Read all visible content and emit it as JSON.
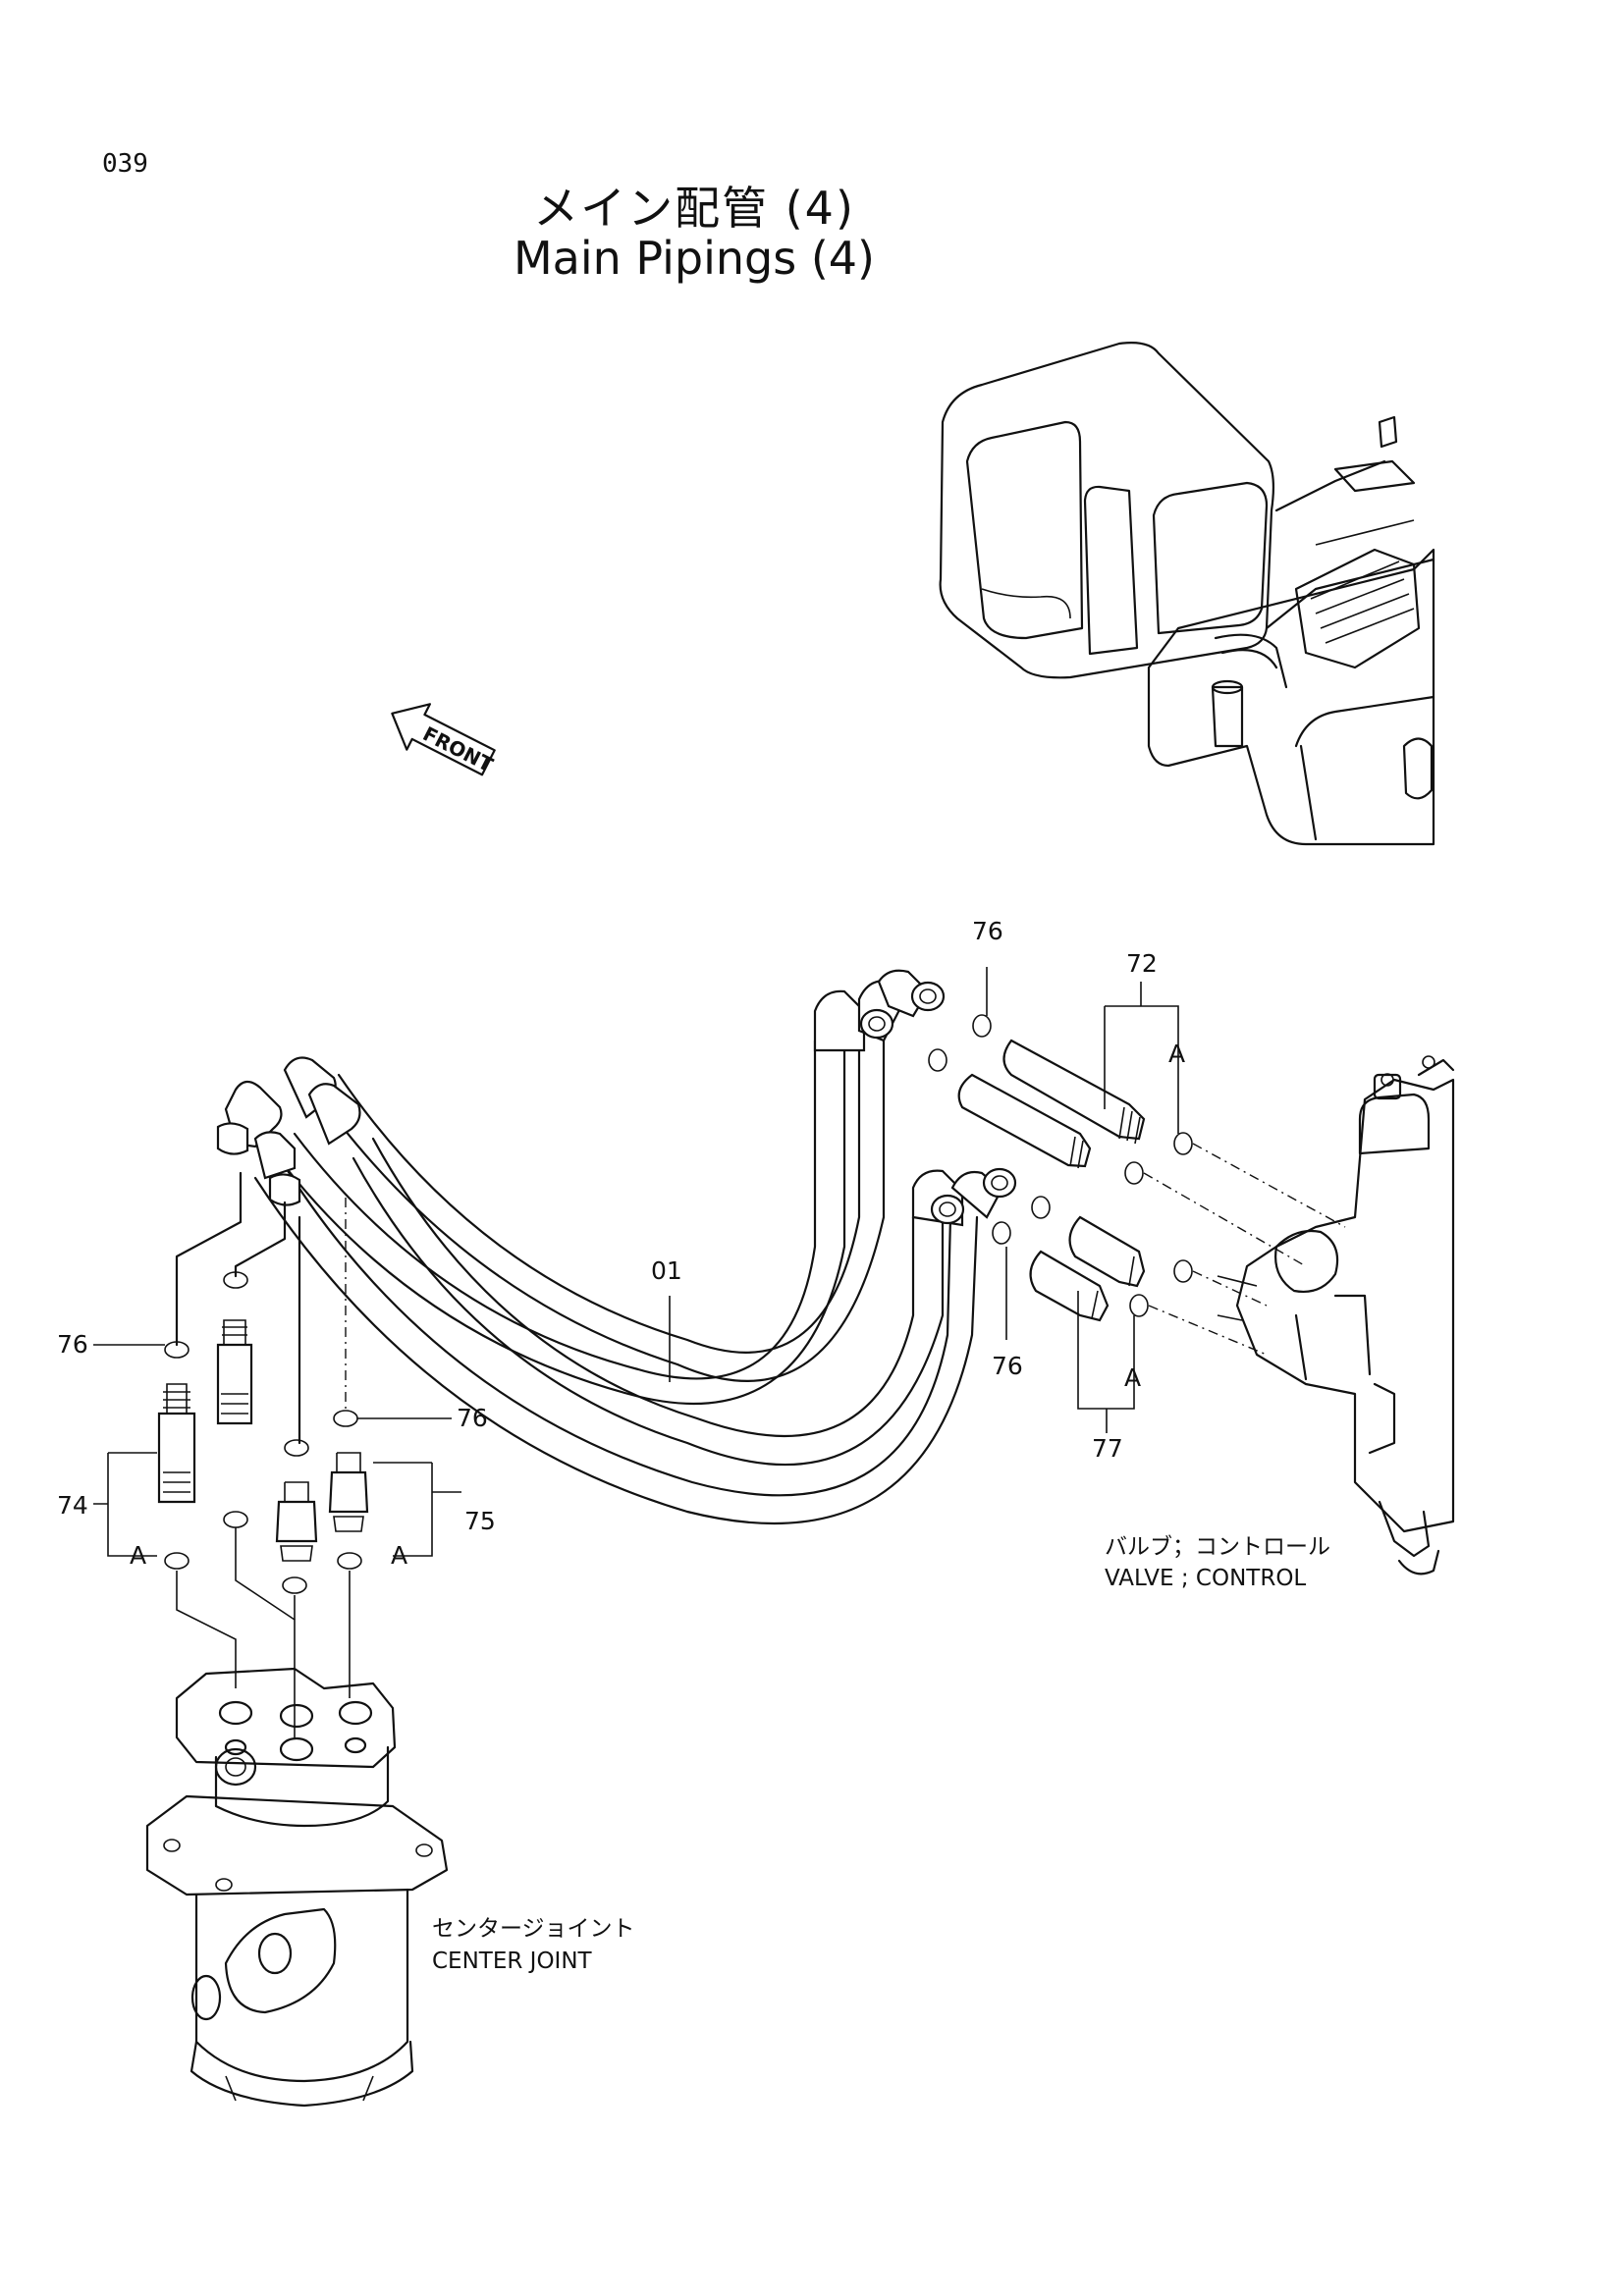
{
  "page_number": "039",
  "title_ja": "メイン配管 (4)",
  "title_en": "Main Pipings (4)",
  "front_arrow_label": "FRONT",
  "callouts": {
    "hose": "01",
    "fitting_72": "72",
    "fitting_74": "74",
    "fitting_75": "75",
    "fitting_77": "77",
    "oring_76_top": "76",
    "oring_76_left": "76",
    "oring_76_center": "76",
    "oring_76_right": "76",
    "detail_a_72": "A",
    "detail_a_77": "A",
    "detail_a_74": "A",
    "detail_a_75": "A"
  },
  "components": {
    "valve_ja": "バルブ；コントロール",
    "valve_en": "VALVE ; CONTROL",
    "center_joint_ja": "センタージョイント",
    "center_joint_en": "CENTER JOINT"
  }
}
